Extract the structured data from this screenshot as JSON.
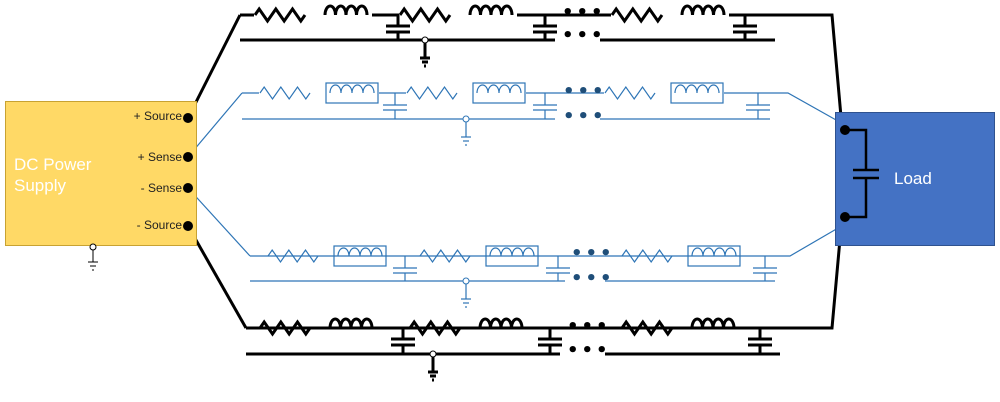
{
  "power_supply": {
    "title": "DC Power Supply",
    "terminals": {
      "plus_source": "+ Source",
      "plus_sense": "+ Sense",
      "minus_sense": "- Sense",
      "minus_source": "- Source"
    }
  },
  "load": {
    "label": "Load"
  },
  "colors": {
    "power_line": "#000000",
    "sense_line": "#2e75b6",
    "supply_fill": "#ffd966",
    "load_fill": "#4472c4",
    "dots_power": "#000000",
    "dots_sense": "#1f4e79"
  },
  "ellipsis": "•••"
}
